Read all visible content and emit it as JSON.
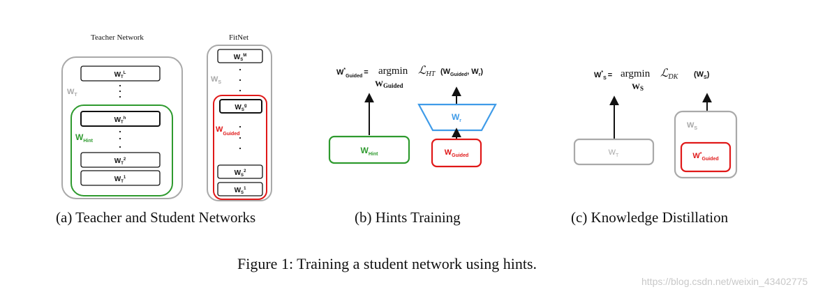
{
  "panel_a": {
    "teacher_title": "Teacher Network",
    "fitnet_title": "FitNet",
    "teacher_label": "W",
    "teacher_label_sub": "T",
    "hint_label": "W",
    "hint_label_sub": "Hint",
    "student_label": "W",
    "student_label_sub": "S",
    "guided_label": "W",
    "guided_label_sub": "Guided",
    "teacher_layers": [
      {
        "main": "W",
        "sub": "T",
        "sup": "L"
      },
      {
        "main": "W",
        "sub": "T",
        "sup": "h"
      },
      {
        "main": "W",
        "sub": "T",
        "sup": "2"
      },
      {
        "main": "W",
        "sub": "T",
        "sup": "1"
      }
    ],
    "student_layers": [
      {
        "main": "W",
        "sub": "S",
        "sup": "M"
      },
      {
        "main": "W",
        "sub": "S",
        "sup": "g"
      },
      {
        "main": "W",
        "sub": "S",
        "sup": "2"
      },
      {
        "main": "W",
        "sub": "S",
        "sup": "1"
      }
    ],
    "caption": "(a)  Teacher and Student Networks"
  },
  "panel_b": {
    "equation_lhs": "W",
    "equation_lhs_sup": "*",
    "equation_lhs_sub": "Guided",
    "equation_eq": "=",
    "equation_op": "argmin",
    "equation_op_under": "W",
    "equation_op_under_sub": "Guided",
    "equation_loss": "ℒ",
    "equation_loss_sub": "HT",
    "equation_args": "(W",
    "equation_args_sub1": "Guided",
    "equation_args_mid": ", W",
    "equation_args_sub2": "r",
    "equation_args_end": ")",
    "hint_box": "W",
    "hint_box_sub": "Hint",
    "regressor": "W",
    "regressor_sub": "r",
    "guided_box": "W",
    "guided_box_sub": "Guided",
    "caption": "(b)  Hints Training"
  },
  "panel_c": {
    "equation_lhs": "W",
    "equation_lhs_sup": "*",
    "equation_lhs_sub": "S",
    "equation_eq": "=",
    "equation_op": "argmin",
    "equation_op_under": "W",
    "equation_op_under_sub": "S",
    "equation_loss": "ℒ",
    "equation_loss_sub": "DK",
    "equation_args": "(W",
    "equation_args_sub": "S",
    "equation_args_end": ")",
    "teacher_box": "W",
    "teacher_box_sub": "T",
    "student_outer": "W",
    "student_outer_sub": "S",
    "student_inner": "W",
    "student_inner_sup": "*",
    "student_inner_sub": "Guided",
    "caption": "(c)  Knowledge Distillation"
  },
  "figure_caption": "Figure 1: Training a student network using hints.",
  "watermark": "https://blog.csdn.net/weixin_43402775",
  "colors": {
    "gray": "#a9a9a9",
    "green": "#2e9a2e",
    "red": "#e01818",
    "blue": "#3f9be8",
    "black": "#111111"
  }
}
